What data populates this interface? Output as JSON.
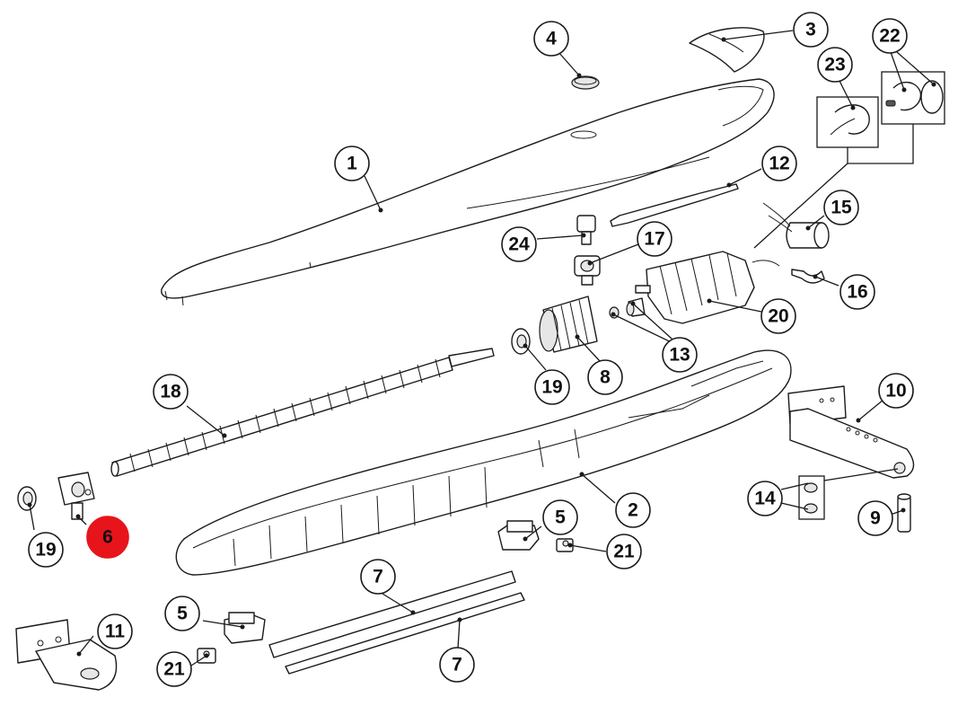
{
  "diagram": {
    "highlight_color": "#e8141b",
    "callouts": [
      {
        "id": "c1",
        "label": "1"
      },
      {
        "id": "c2",
        "label": "2"
      },
      {
        "id": "c3",
        "label": "3"
      },
      {
        "id": "c4",
        "label": "4"
      },
      {
        "id": "c5a",
        "label": "5"
      },
      {
        "id": "c5b",
        "label": "5"
      },
      {
        "id": "c6",
        "label": "6",
        "highlighted": true
      },
      {
        "id": "c7a",
        "label": "7"
      },
      {
        "id": "c7b",
        "label": "7"
      },
      {
        "id": "c8",
        "label": "8"
      },
      {
        "id": "c9",
        "label": "9"
      },
      {
        "id": "c10",
        "label": "10"
      },
      {
        "id": "c11",
        "label": "11"
      },
      {
        "id": "c12",
        "label": "12"
      },
      {
        "id": "c13",
        "label": "13"
      },
      {
        "id": "c14",
        "label": "14"
      },
      {
        "id": "c15",
        "label": "15"
      },
      {
        "id": "c16",
        "label": "16"
      },
      {
        "id": "c17",
        "label": "17"
      },
      {
        "id": "c18",
        "label": "18"
      },
      {
        "id": "c19a",
        "label": "19"
      },
      {
        "id": "c19b",
        "label": "19"
      },
      {
        "id": "c20",
        "label": "20"
      },
      {
        "id": "c21a",
        "label": "21"
      },
      {
        "id": "c21b",
        "label": "21"
      },
      {
        "id": "c22",
        "label": "22"
      },
      {
        "id": "c23",
        "label": "23"
      },
      {
        "id": "c24",
        "label": "24"
      }
    ]
  }
}
